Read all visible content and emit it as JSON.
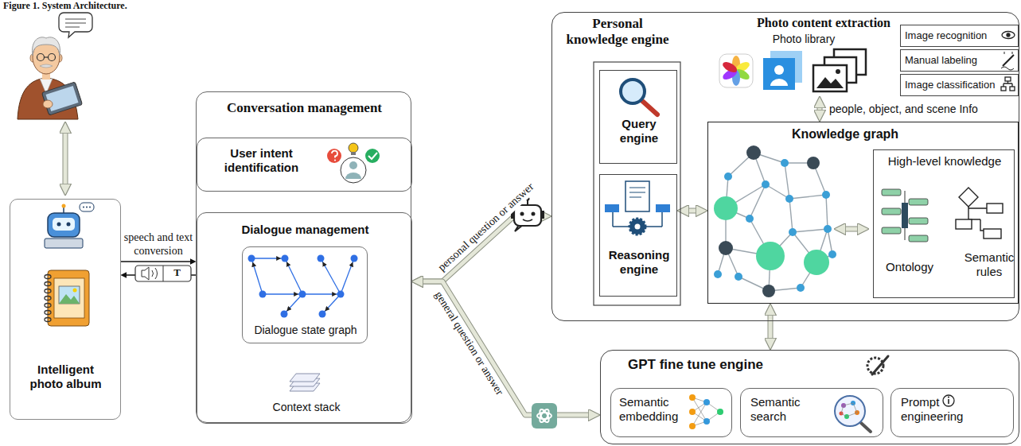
{
  "diagram": {
    "title": "Figure 1. System Architecture.",
    "nodes": [
      {
        "text": [
          "Intelligent photo album"
        ]
      },
      {
        "text": [
          "Conversation management"
        ]
      },
      {
        "text": [
          "User intent identification"
        ],
        "in": 1
      },
      {
        "text": [
          "Dialogue management"
        ],
        "in": 1
      },
      {
        "text": [
          "Dialogue state graph"
        ],
        "in": 3
      },
      {
        "text": [
          "Personal knowledge engine"
        ]
      },
      {
        "text": [
          "Query engine"
        ],
        "in": 5
      },
      {
        "text": [
          "Reasoning engine"
        ],
        "in": 5
      },
      {
        "text": [
          "Photo library"
        ],
        "in": 5
      },
      {
        "text": [
          "Image recognition"
        ],
        "in": 5
      },
      {
        "text": [
          "Manual labeling"
        ],
        "in": 5
      },
      {
        "text": [
          "Image classification"
        ],
        "in": 5
      },
      {
        "text": [
          "Knowledge graph"
        ],
        "in": 5
      },
      {
        "text": [
          "High-level knowledge",
          "Ontology",
          "Semantic rules"
        ],
        "in": 12
      },
      {
        "text": [
          "GPT fine tune engine"
        ]
      },
      {
        "text": [
          "Semantic embedding"
        ],
        "in": 14
      },
      {
        "text": [
          "Semantic search"
        ],
        "in": 14
      },
      {
        "text": [
          "Prompt engineering"
        ],
        "in": 14
      }
    ],
    "edges": [
      {
        "from": 0,
        "to": 1,
        "arrow": "to",
        "label": "speech and text conversion"
      },
      {
        "from": 1,
        "to": 0,
        "arrow": "to"
      },
      {
        "from": 1,
        "to": 5,
        "arrow": "both",
        "label": "personal question or answer"
      },
      {
        "from": 1,
        "to": 14,
        "arrow": "both",
        "label": "general question or answer"
      },
      {
        "from": 7,
        "to": 12,
        "arrow": "both"
      },
      {
        "from": 8,
        "to": 12,
        "arrow": "both",
        "label": "people, object, and scene Info"
      },
      {
        "from": 12,
        "to": 14,
        "arrow": "both"
      }
    ],
    "labels": [
      "T",
      "Photo content extraction",
      "Context stack"
    ]
  }
}
